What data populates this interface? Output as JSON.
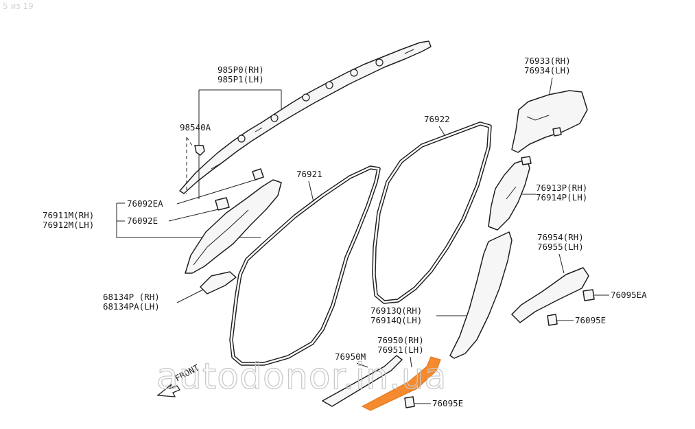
{
  "page_marker": "5 из 19",
  "watermark": "autodonor.in.ua",
  "highlight_color": "#f58a2e",
  "labels": {
    "airbag_rh": "985P0(RH)",
    "airbag_lh": "985P1(LH)",
    "clip_98540a": "98540A",
    "clip_76092ea": "76092EA",
    "clip_76092e": "76092E",
    "a_pillar_rh": "76911M(RH)",
    "a_pillar_lh": "76912M(LH)",
    "tweeter_rh": "68134P (RH)",
    "tweeter_lh": "68134PA(LH)",
    "front_seal": "76921",
    "rear_seal": "76922",
    "c_pillar_rh": "76933(RH)",
    "c_pillar_lh": "76934(LH)",
    "b_upper_rh": "76913P(RH)",
    "b_upper_lh": "76914P(LH)",
    "kick_rh": "76954(RH)",
    "kick_lh": "76955(LH)",
    "clip_76095ea": "76095EA",
    "clip_76095e_right": "76095E",
    "b_lower_rh": "76913Q(RH)",
    "b_lower_lh": "76914Q(LH)",
    "sill_rear_rh": "76950(RH)",
    "sill_rear_lh": "76951(LH)",
    "sill_front": "76950M",
    "clip_76095e_bottom": "76095E",
    "front_arrow": "FRONT"
  }
}
